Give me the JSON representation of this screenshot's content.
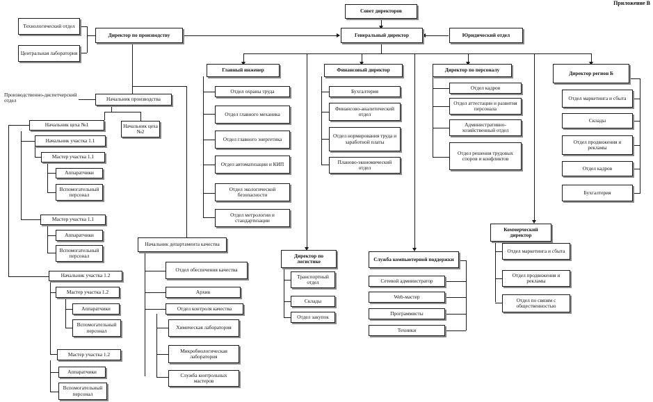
{
  "caption": "Приложение В",
  "top": {
    "board": "Совет директоров",
    "ceo": "Генеральный директор",
    "legal": "Юридический отдел",
    "prod_director": "Директор по производству",
    "tech_dept": "Технологический отдел",
    "central_lab": "Центральная лаборатория"
  },
  "production": {
    "dispatch": "Производственно-диспетчерский отдел",
    "head": "Начальник производства",
    "shop1": "Начальник цеха №1",
    "shop2": "Начальник цеха №2",
    "section_head_1": "Начальник участка 1.1",
    "master_1": "Мастер участка 1.1",
    "apparatchiki": "Аппаратчики",
    "aux_staff": "Вспомогательный персонал",
    "master_1b": "Мастер участка 1.1",
    "section_head_2": "Начальник участка 1.2",
    "master_2": "Мастер участка 1.2",
    "master_2b": "Мастер участка 1.2"
  },
  "quality": {
    "head": "Начальник департамента качества",
    "assurance": "Отдел обеспечения качества",
    "archive": "Архив",
    "control": "Отдел контроля качества",
    "chem_lab": "Химическая лаборатория",
    "micro_lab": "Микробиологическая лаборатория",
    "controllers": "Служба контрольных мастеров"
  },
  "chief_engineer": {
    "title": "Главный инженер",
    "items": [
      "Отдел охраны труда",
      "Отдел главного механика",
      "Отдел главного энергетика",
      "Отдел автоматизации и КИП",
      "Отдел экологической безопасности",
      "Отдел метрологии и стандартизации"
    ]
  },
  "finance": {
    "title": "Финансовый директор",
    "items": [
      "Бухгалтерия",
      "Финансово-аналитический отдел",
      "Отдел нормирования труда и заработной платы",
      "Планово-экономический отдел"
    ]
  },
  "hr": {
    "title": "Директор по персоналу",
    "items": [
      "Отдел кадров",
      "Отдел аттестации и развития персонала",
      "Административно-хозяйственный отдел",
      "Отдел решения трудовых споров и конфликтов"
    ]
  },
  "region": {
    "title": "Директор регион Б",
    "items": [
      "Отдел маркетинга и сбыта",
      "Склады",
      "Отдел продвижения и рекламы",
      "Отдел кадров",
      "Бухгалтерия"
    ]
  },
  "logistics": {
    "title": "Директор по логистике",
    "items": [
      "Транспортный отдел",
      "Склады",
      "Отдел закупок"
    ]
  },
  "it": {
    "title": "Служба компьютерной поддержки",
    "items": [
      "Сетевой администратор",
      "Web-мастер",
      "Программисты",
      "Техники"
    ]
  },
  "commercial": {
    "title": "Коммерческий директор",
    "items": [
      "Отдел маркетинга и сбыта",
      "Отдел продвижения и рекламы",
      "Отдел по связям с общественностью"
    ]
  }
}
